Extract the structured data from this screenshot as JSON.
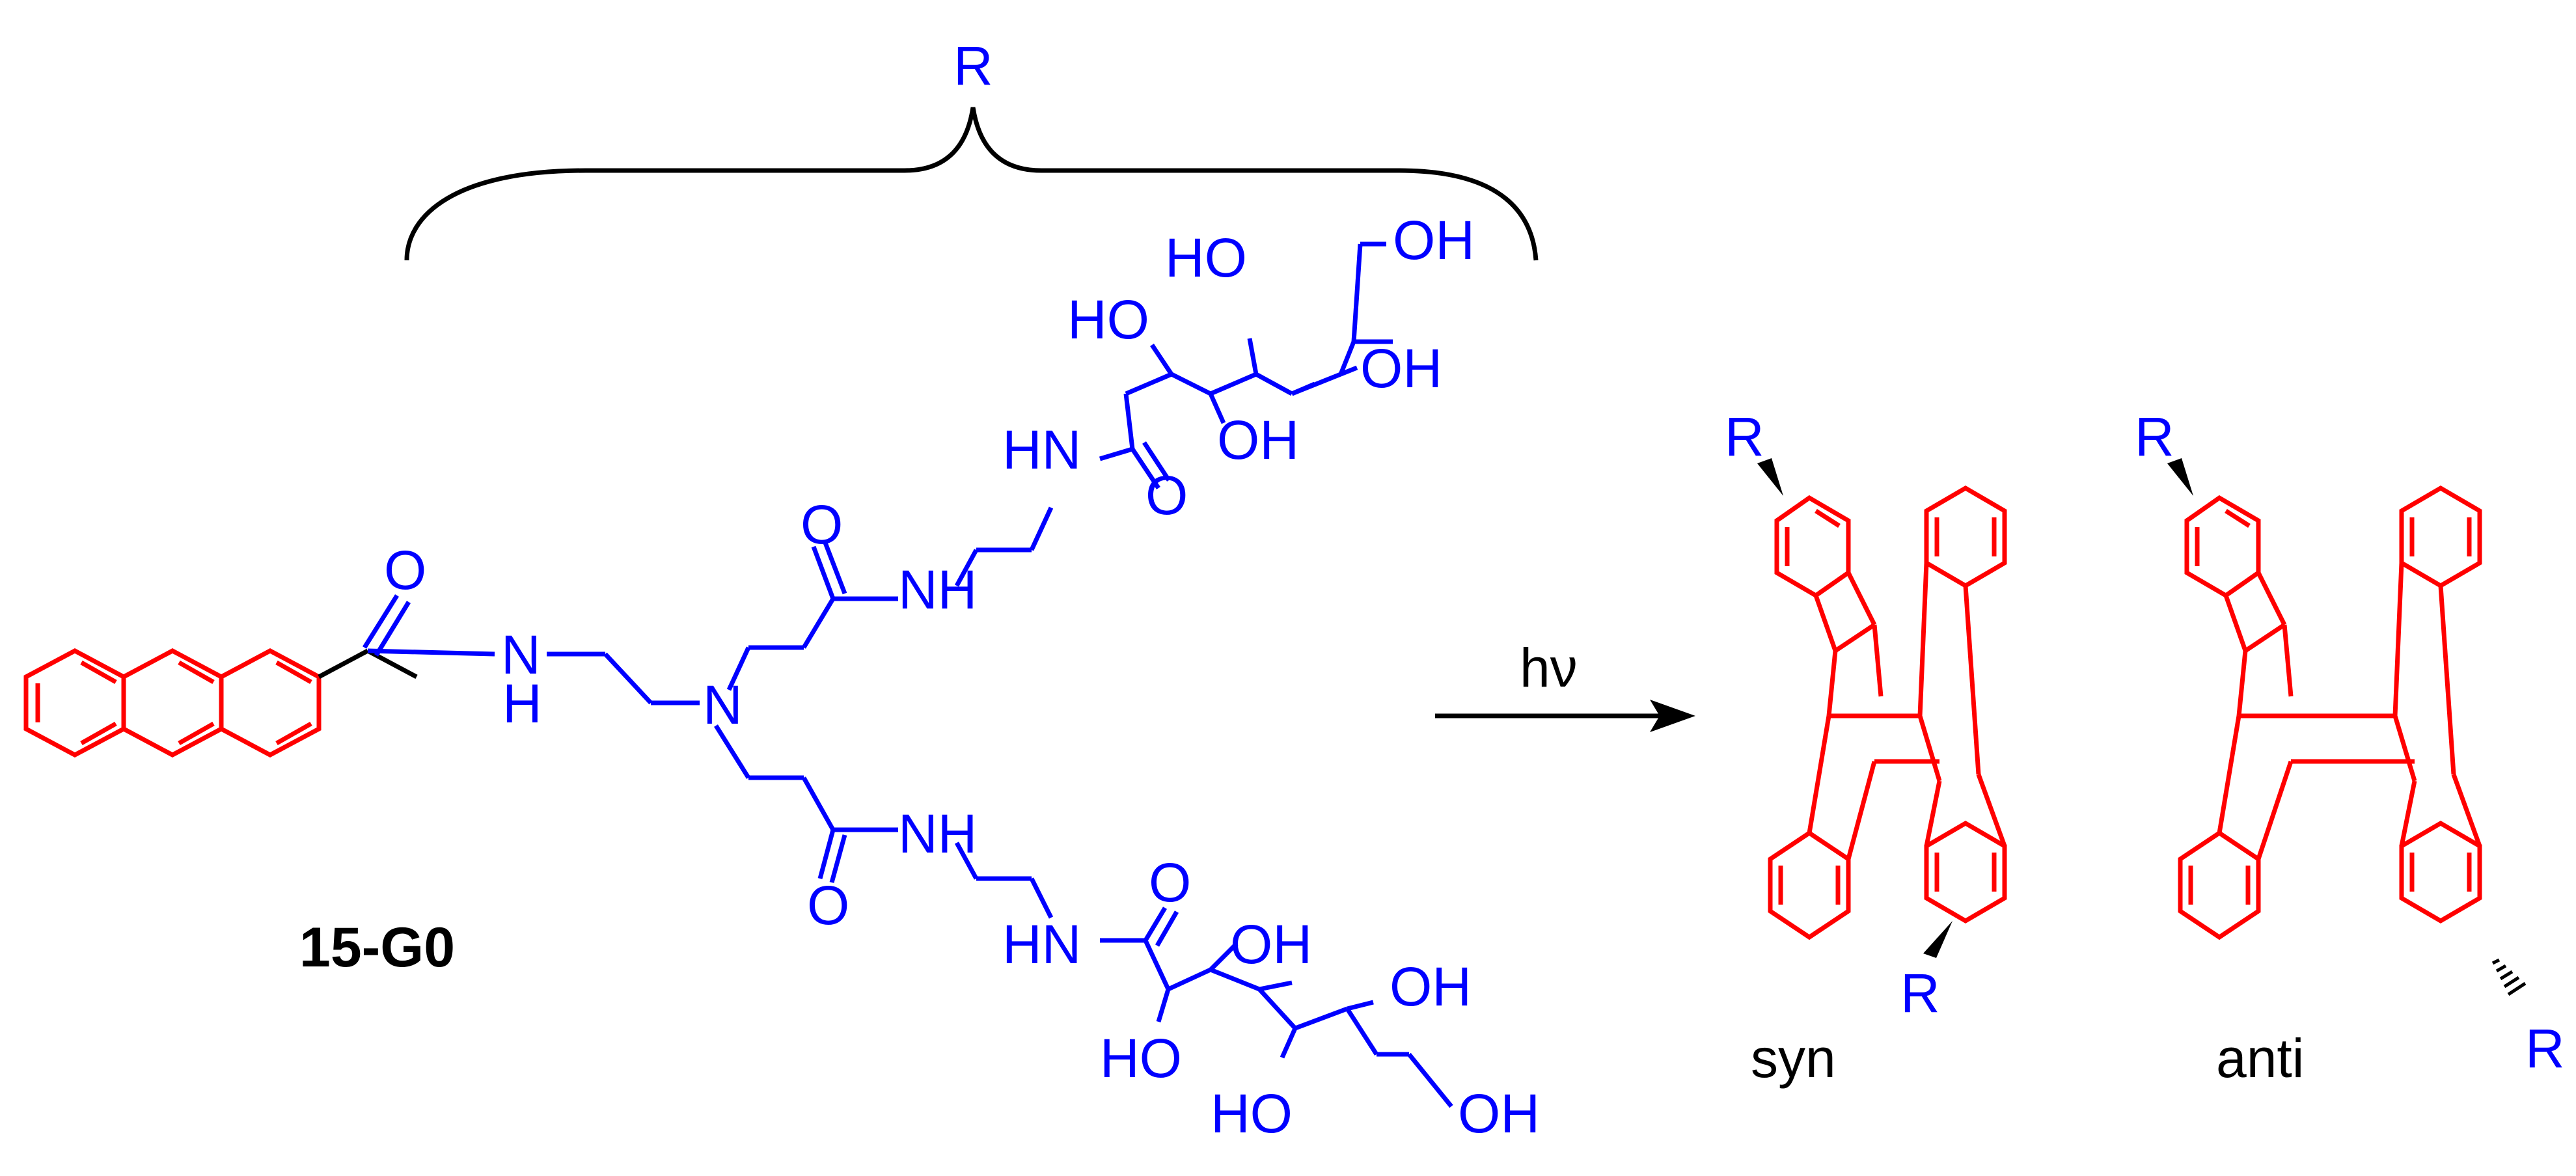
{
  "colors": {
    "anthracene": "#ff0000",
    "substituent": "#0000ff",
    "linker": "#000000"
  },
  "compound": {
    "label": "15-G0",
    "group_label": "R"
  },
  "labels": {
    "amide_O1": "O",
    "amide_O2": "O",
    "amide_O3": "O",
    "amide_O4": "O",
    "amide_O5": "O",
    "NH_anthracene_N": "N",
    "NH_anthracene_H": "H",
    "N_central": "N",
    "NH_upper_1": "NH",
    "HN_upper_2": "HN",
    "NH_lower_1": "NH",
    "HN_lower_2": "HN",
    "upper_HO_1": "HO",
    "upper_HO_2": "HO",
    "upper_OH_1": "OH",
    "upper_OH_2": "OH",
    "upper_OH_3": "OH",
    "lower_OH_1": "OH",
    "lower_HO_1": "HO",
    "lower_OH_2": "OH",
    "lower_HO_2": "HO",
    "lower_OH_3": "OH"
  },
  "reaction": {
    "condition": "hν"
  },
  "products": {
    "syn_label": "syn",
    "anti_label": "anti",
    "R": "R"
  }
}
